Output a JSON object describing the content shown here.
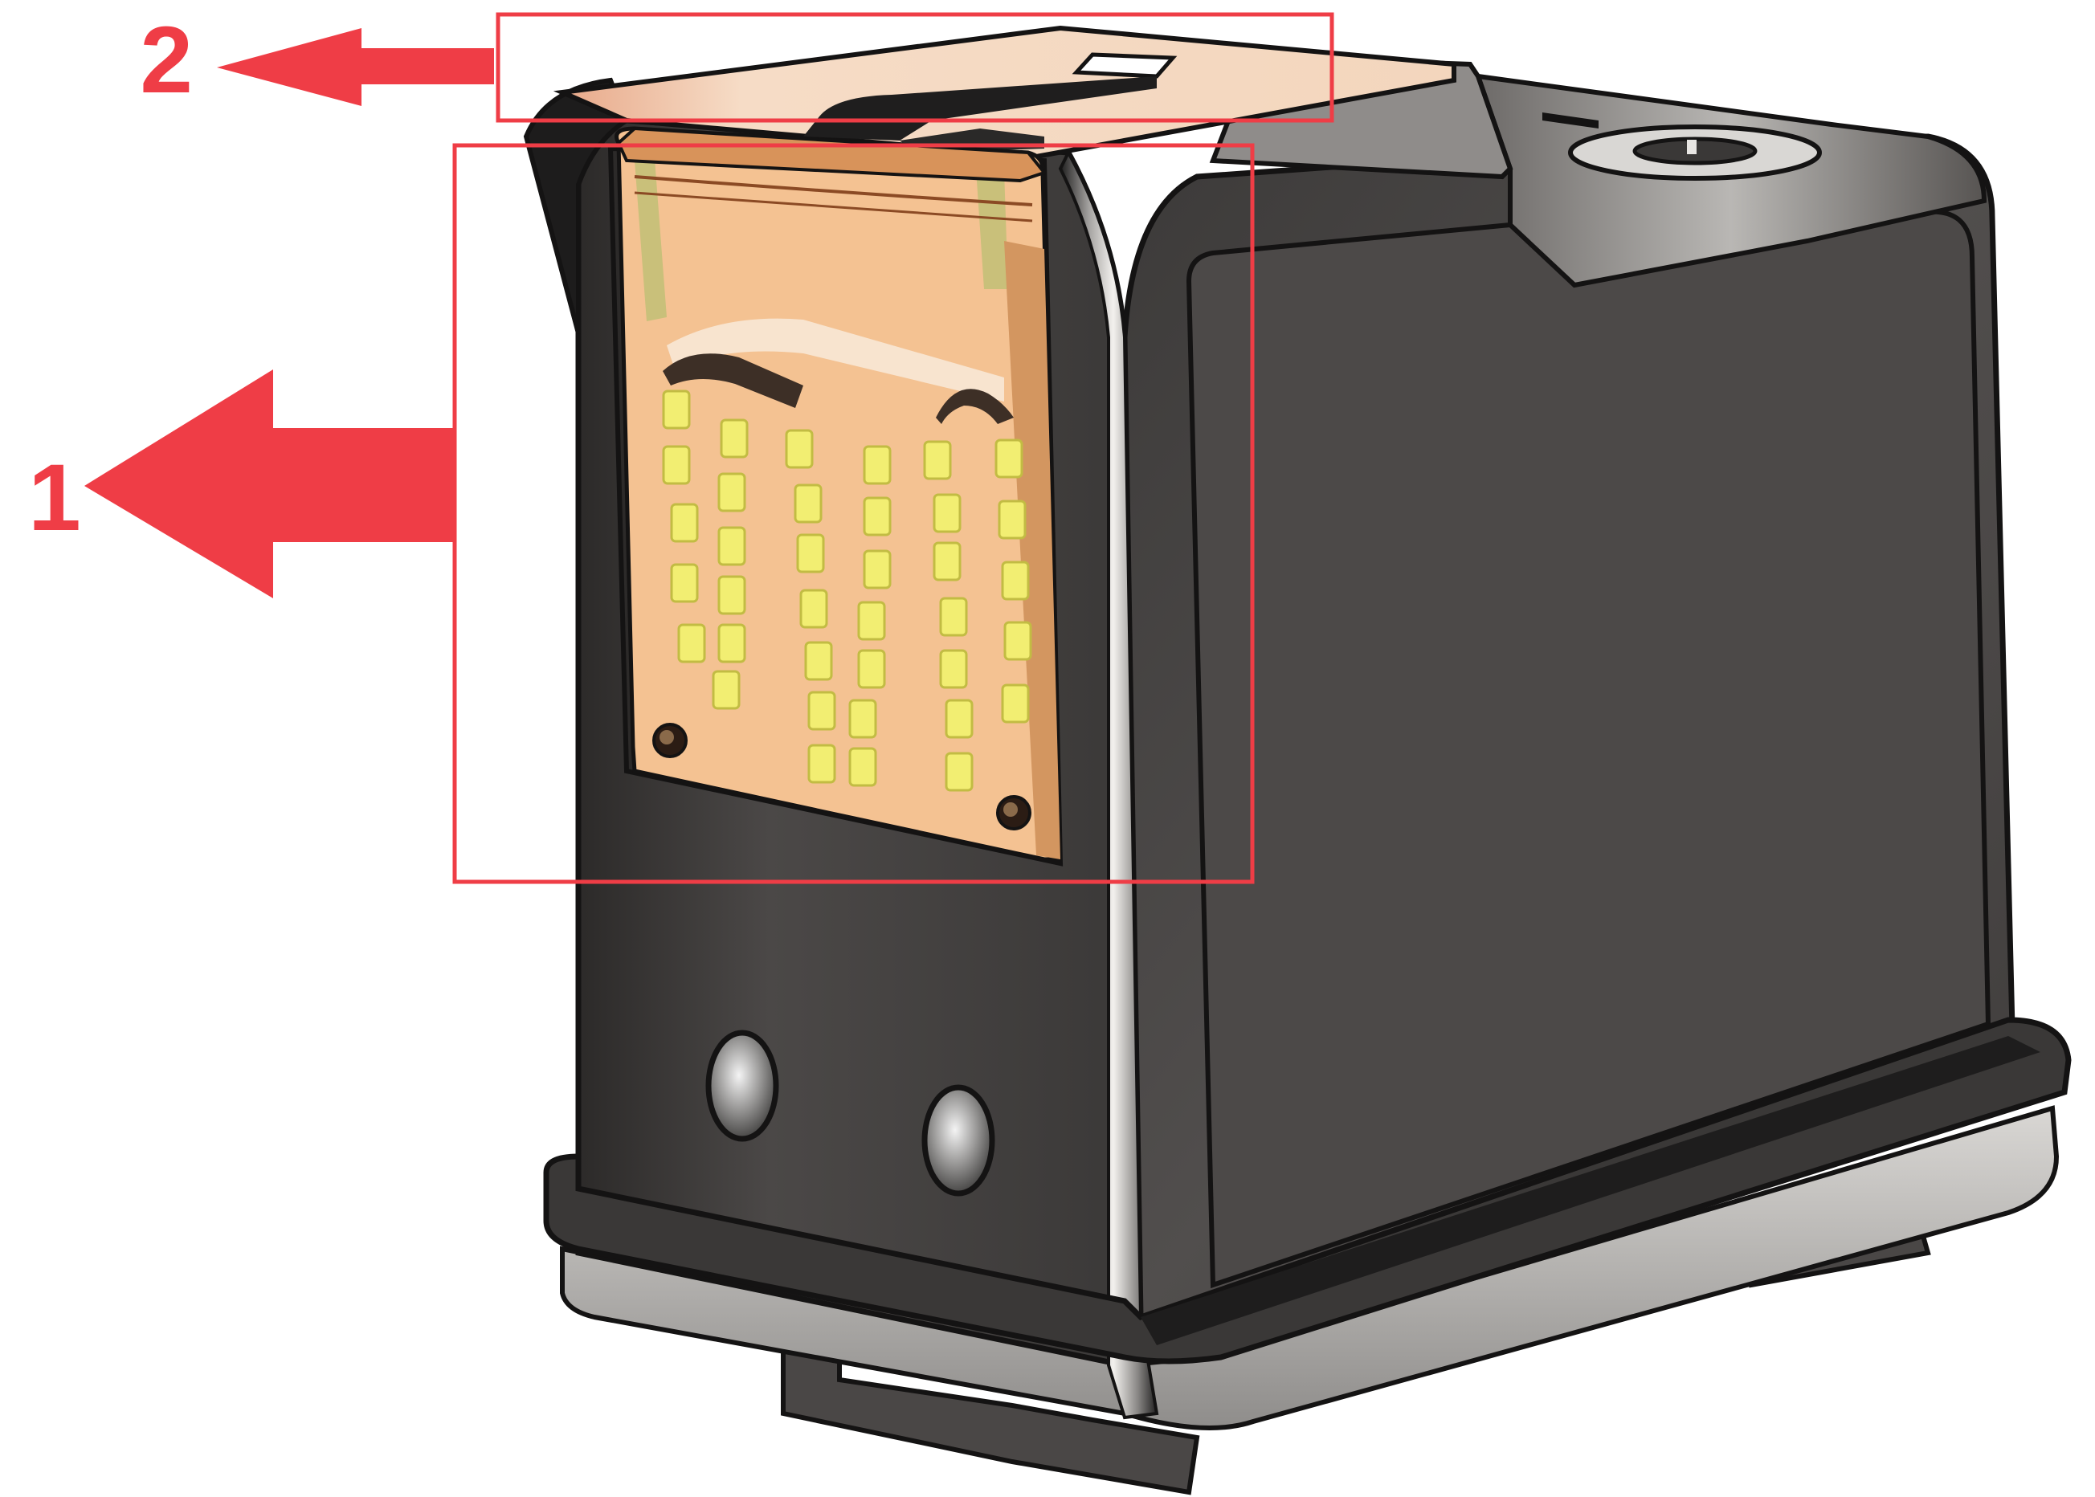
{
  "callouts": [
    {
      "label": "1",
      "target": "contact-strip"
    },
    {
      "label": "2",
      "target": "protective-tape"
    }
  ],
  "colors": {
    "callout_red": "#ef3d46",
    "cartridge_body": "#494645",
    "cartridge_outline": "#141313",
    "flex_copper": "#f4c292",
    "contact_pad_yellow": "#f2ee72",
    "tape_peach": "#f4d8c0"
  },
  "icons": [
    "arrow-left-icon",
    "ink-port-icon",
    "nozzle-hole-icon"
  ]
}
